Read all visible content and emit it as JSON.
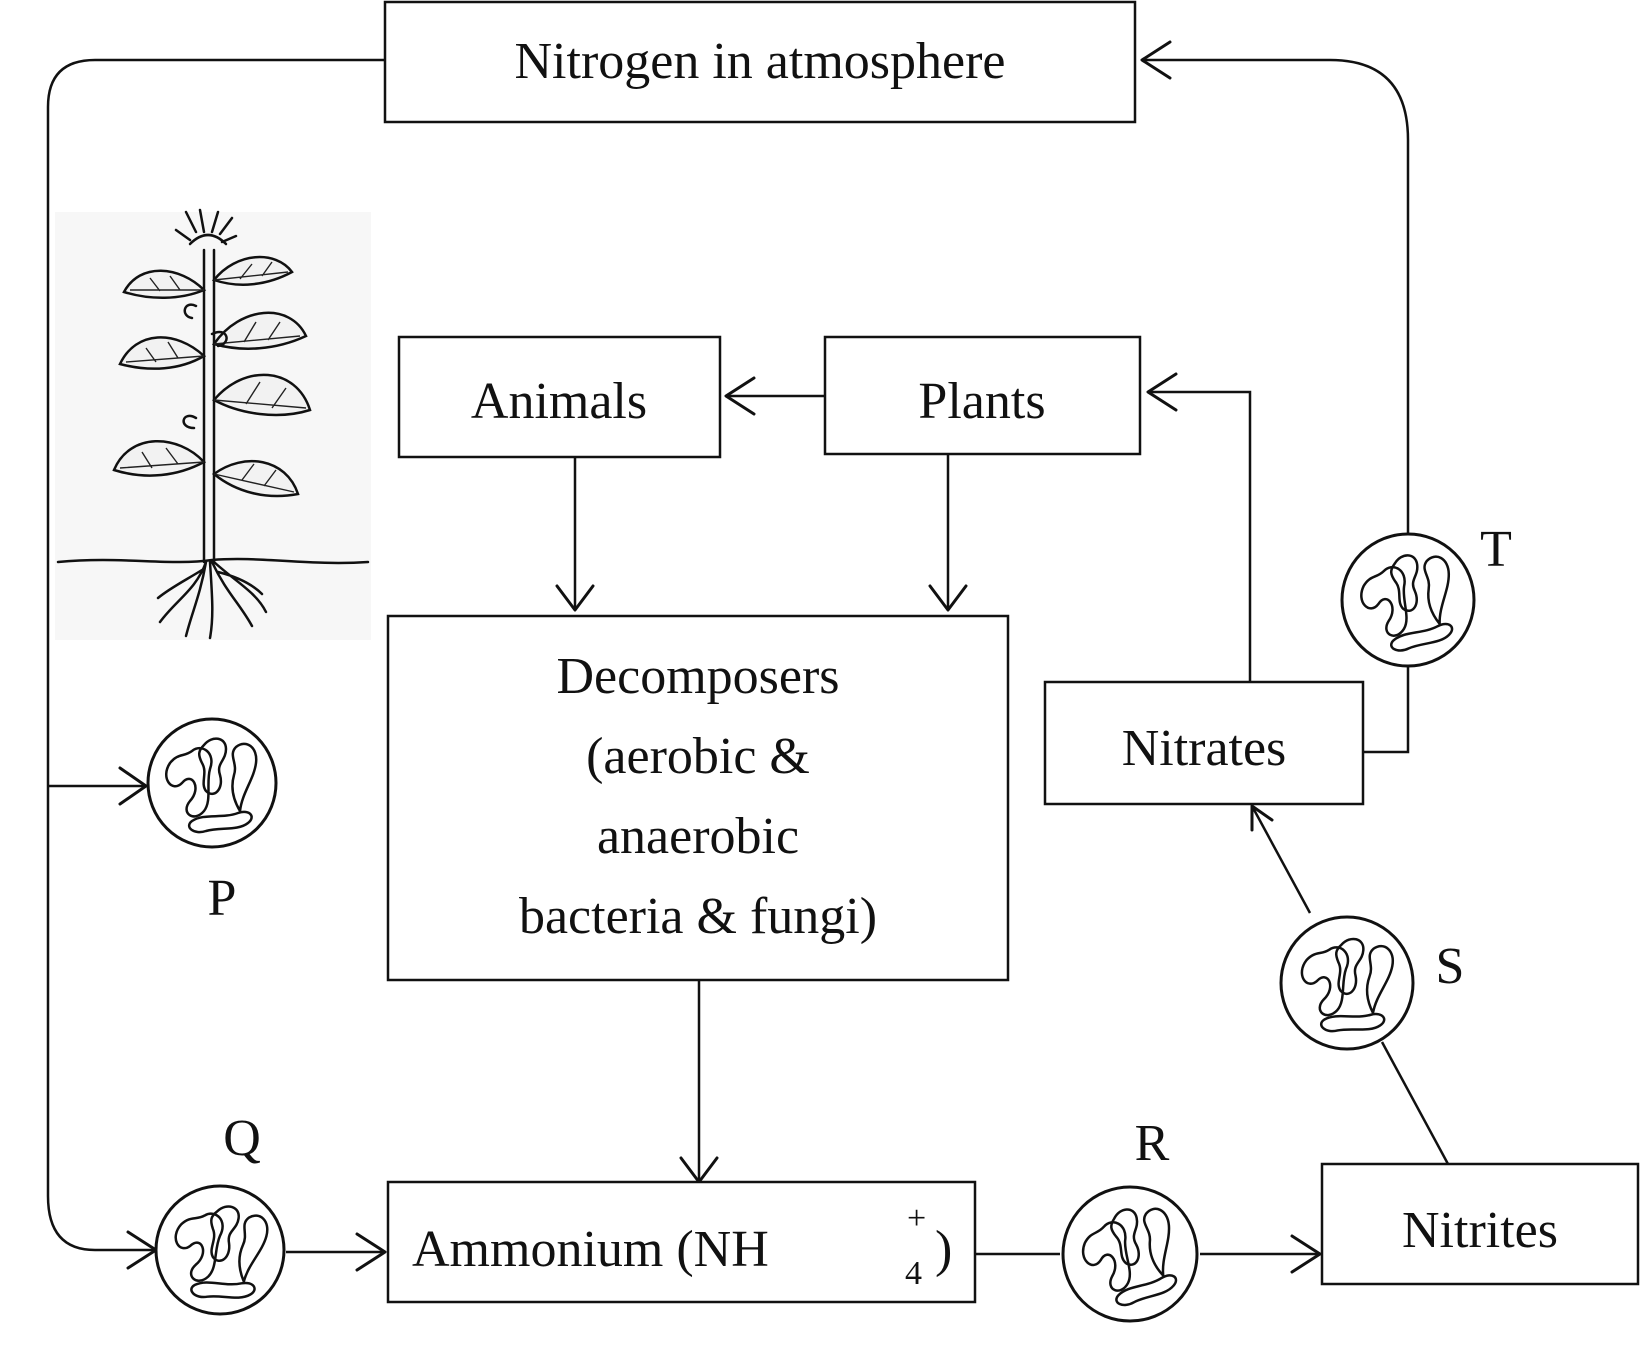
{
  "nodes": {
    "atmosphere": "Nitrogen in atmosphere",
    "animals": "Animals",
    "plants": "Plants",
    "decomposers": [
      "Decomposers",
      "(aerobic &",
      "anaerobic",
      "bacteria & fungi)"
    ],
    "nitrates": "Nitrates",
    "ammonium": {
      "text": "Ammonium (NH",
      "sup": "+",
      "sub": "4",
      "close": ")"
    },
    "nitrites": "Nitrites"
  },
  "bacteria_labels": {
    "p": "P",
    "q": "Q",
    "r": "R",
    "s": "S",
    "t": "T"
  },
  "icons": [
    "plant-icon",
    "bacteria-icon"
  ]
}
